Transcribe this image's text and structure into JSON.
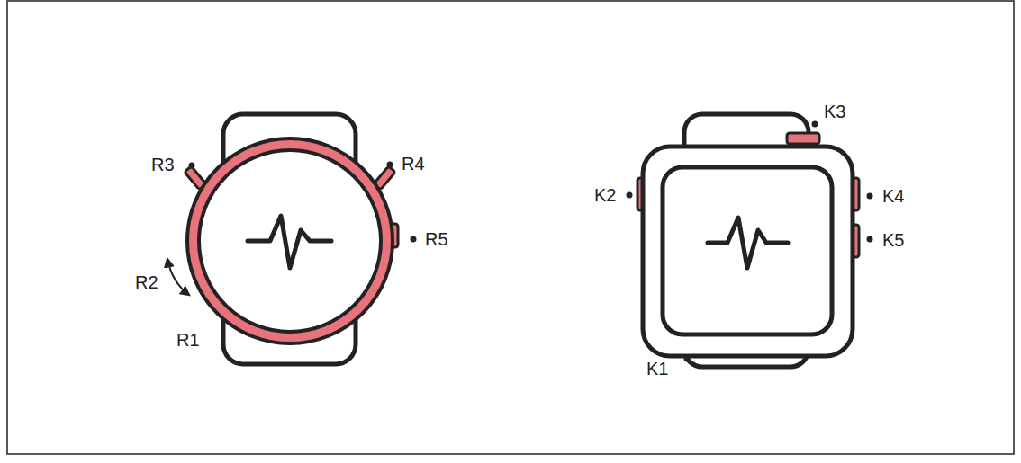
{
  "diagram": {
    "labels": [
      "R3",
      "R4",
      "R5",
      "R2",
      "R1",
      "K3",
      "K2",
      "K4",
      "K5",
      "K1"
    ]
  }
}
